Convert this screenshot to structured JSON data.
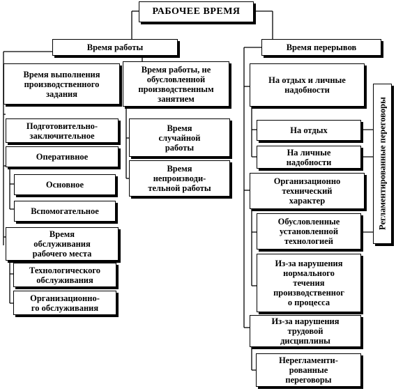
{
  "title": "РАБОЧЕЕ ВРЕМЯ",
  "work_time": "Время работы",
  "break_time": "Время перерывов",
  "production_task": "Время выполнения\nпроизводственного\nзадания",
  "unconditioned_work": "Время работы, не\nобусловленной\nпроизводственным\nзанятием",
  "preparatory": "Подготовительно-\nзаключительное",
  "operational": "Оперативное",
  "main": "Основное",
  "auxiliary": "Вспомогательное",
  "workplace_service": "Время\nобслуживания\nрабочего места",
  "tech_service": "Технологического\nобслуживания",
  "org_service": "Организационно-\nго обслуживания",
  "random_work": "Время\nслучайной\nработы",
  "unproductive_work": "Время\nнепроизводи-\nтельной работы",
  "rest_personal": "На отдых и личные\nнадобности",
  "rest": "На отдых",
  "personal": "На личные\nнадобности",
  "org_tech": "Организационно\nтехнический\nхарактер",
  "tech_conditioned": "Обусловленные\nустановленной\nтехнологией",
  "process_violation": "Из-за нарушения\nнормального\nтечения\nпроизводственног\nо процесса",
  "discipline_violation": "Из-за нарушения\nтрудовой\nдисциплины",
  "unregulated_talks": "Нерегламенти-\nрованные\nпереговоры",
  "regulated_talks": "Регламентированные переговоры"
}
